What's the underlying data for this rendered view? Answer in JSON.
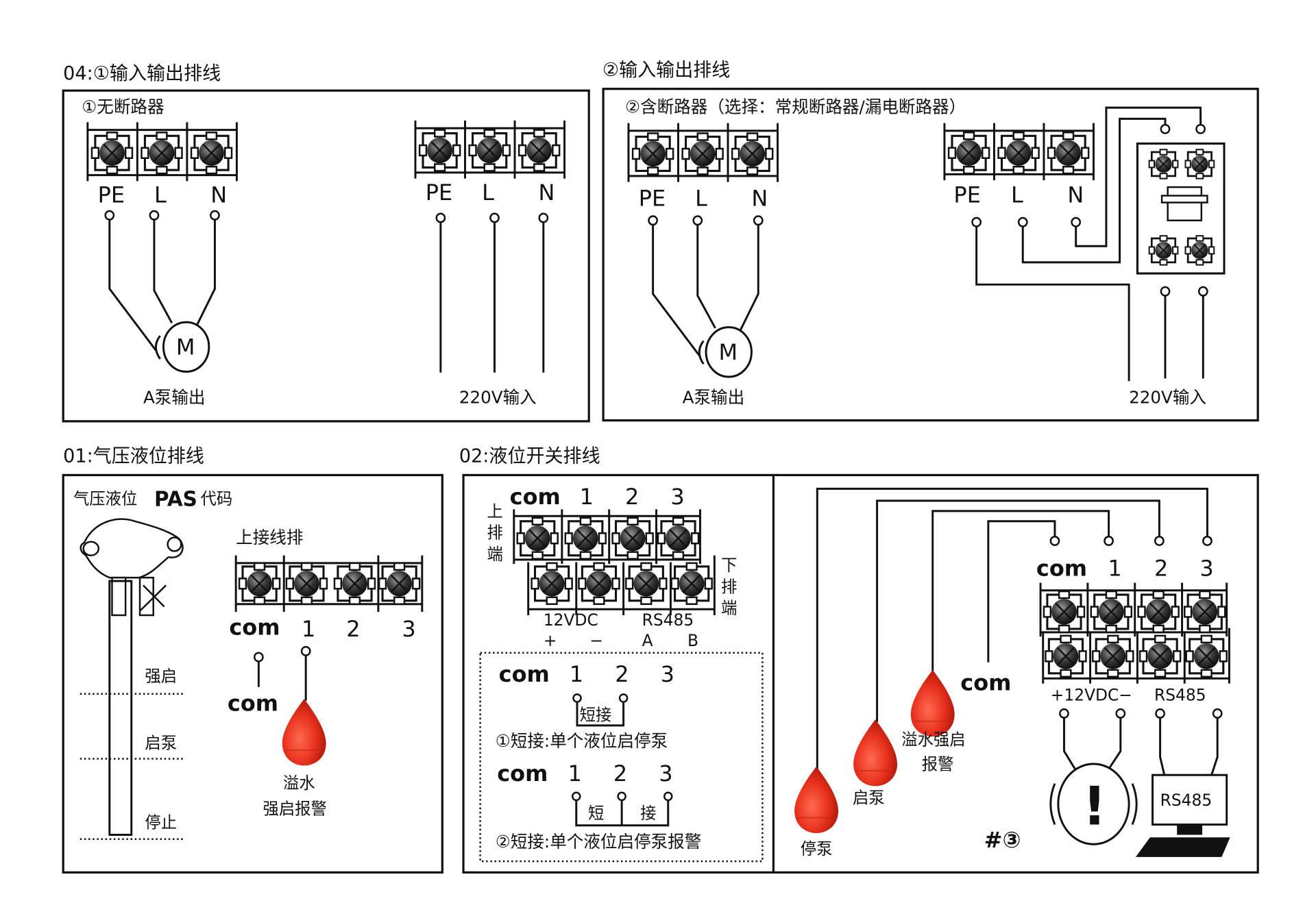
{
  "sections": {
    "io_1": {
      "title": "04:①输入输出排线",
      "subtitle": "①无断路器",
      "left_terminals": [
        "PE",
        "L",
        "N"
      ],
      "right_terminals": [
        "PE",
        "L",
        "N"
      ],
      "motor_symbol": "M",
      "output_label": "A泵输出",
      "input_label": "220V输入"
    },
    "io_2": {
      "title": "②输入输出排线",
      "subtitle": "②含断路器（选择：常规断路器/漏电断路器）",
      "left_terminals": [
        "PE",
        "L",
        "N"
      ],
      "right_terminals": [
        "PE",
        "L",
        "N"
      ],
      "motor_symbol": "M",
      "output_label": "A泵输出",
      "input_label": "220V输入"
    },
    "pressure": {
      "title": "01:气压液位排线",
      "code_label_prefix": "气压液位",
      "code_label_code": "PAS",
      "code_label_suffix": "代码",
      "terminal_row_label": "上接线排",
      "terminals": [
        "com",
        "1",
        "2",
        "3"
      ],
      "com_label": "com",
      "levels": [
        "强启",
        "启泵",
        "停止"
      ],
      "float_label_line1": "溢水",
      "float_label_line2": "强启报警"
    },
    "float_switch": {
      "title": "02:液位开关排线",
      "upper_terminals": [
        "com",
        "1",
        "2",
        "3"
      ],
      "upper_side_label": [
        "上",
        "排",
        "端"
      ],
      "lower_side_label": [
        "下",
        "排",
        "端"
      ],
      "lower_group_labels": [
        "12VDC",
        "RS485"
      ],
      "lower_pin_labels": [
        "+",
        "−",
        "A",
        "B"
      ],
      "jumper_1": {
        "terminals": [
          "com",
          "1",
          "2",
          "3"
        ],
        "bridge_label": "短接",
        "caption": "①短接:单个液位启停泵"
      },
      "jumper_2": {
        "terminals": [
          "com",
          "1",
          "2",
          "3"
        ],
        "bridge_label_a": "短",
        "bridge_label_b": "接",
        "caption": "②短接:单个液位启停泵报警"
      }
    },
    "wiring_3": {
      "terminals": [
        "com",
        "1",
        "2",
        "3"
      ],
      "lower_labels": [
        "+12VDC−",
        "RS485"
      ],
      "com_label": "com",
      "floats": [
        "停泵",
        "启泵",
        "溢水强启",
        "报警"
      ],
      "alarm_symbol": "!",
      "rs485_device_label": "RS485",
      "marker": "#③"
    }
  },
  "colors": {
    "float_red": "#e8321e",
    "line": "#111111"
  }
}
